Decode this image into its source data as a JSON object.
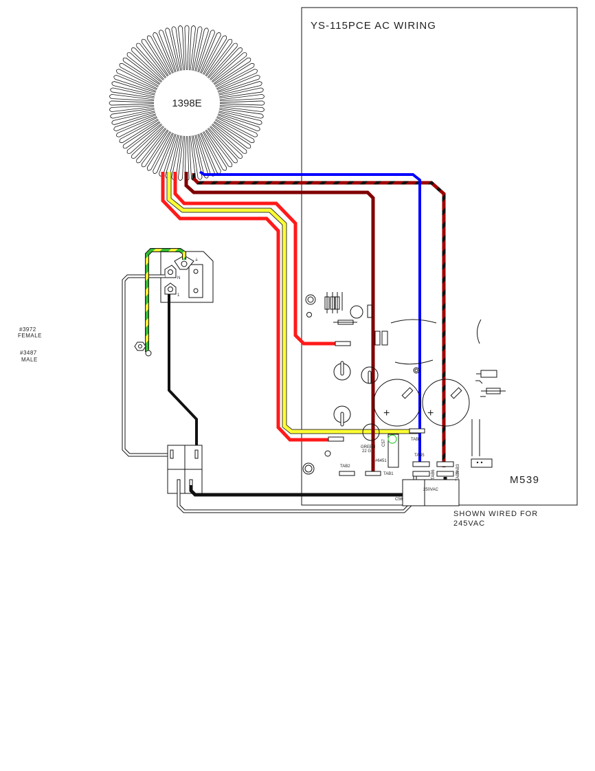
{
  "diagram": {
    "title": "YS-115PCE AC WIRING",
    "transformer_label": "1398E",
    "board_label": "M539",
    "note_line1": "SHOWN WIRED FOR",
    "note_line2": "245VAC",
    "connector_female_part": "#3972",
    "connector_female_label": "FEMALE",
    "connector_male_part": "#3487",
    "connector_male_label": "MALE",
    "inlet_terminals": {
      "neutral": "N",
      "line": "1"
    },
    "board_labels": {
      "green_line1": "GREEN",
      "green_line2": "22 G",
      "tab1": "TAB1",
      "tab2": "TAB2",
      "tab3": "TAB3",
      "tab4": "TAB4",
      "tab5": "TAB5",
      "tab6": "TAB6",
      "tab8": "TAB8",
      "part_6451": "#6451",
      "c57": "C57",
      "c56": "C56",
      "voltage_selector": "250VAC"
    },
    "wire_colors": {
      "red": "#ff1a1a",
      "yellow": "#ffff33",
      "brown": "#800000",
      "blue": "#0000ff",
      "brown_striped": "#a00000",
      "earth_green": "#33bb33",
      "earth_yellow": "#ffee33",
      "black": "#111111",
      "white": "#ffffff"
    }
  }
}
